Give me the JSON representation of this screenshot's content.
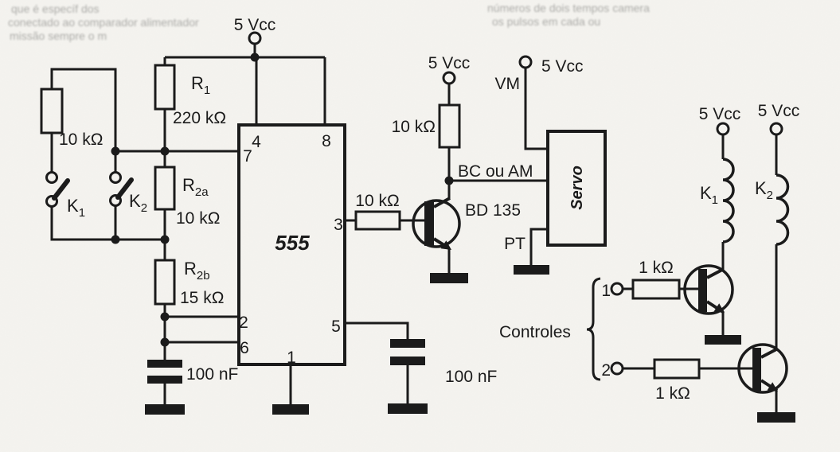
{
  "labels": {
    "vcc": "5 Vcc"
  },
  "left": {
    "r_parallel": "10 kΩ",
    "k1_main": "K",
    "k1_sub": "1",
    "k2_main": "K",
    "k2_sub": "2",
    "r1_main": "R",
    "r1_sub": "1",
    "r1_value": "220 kΩ",
    "r2a_main": "R",
    "r2a_sub": "2a",
    "r2a_value": "10 kΩ",
    "r2b_main": "R",
    "r2b_sub": "2b",
    "r2b_value": "15 kΩ",
    "c1": "100 nF"
  },
  "ic": {
    "name": "555",
    "pin4": "4",
    "pin7": "7",
    "pin8": "8",
    "pin3": "3",
    "pin2": "2",
    "pin6": "6",
    "pin1": "1",
    "pin5": "5",
    "c2": "100 nF"
  },
  "driver": {
    "base_r": "10 kΩ",
    "pullup_r": "10 kΩ",
    "transistor": "BD 135",
    "signal": "BC ou AM"
  },
  "servo": {
    "name": "Servo",
    "vm": "VM",
    "pt": "PT"
  },
  "relays": {
    "k1_main": "K",
    "k1_sub": "1",
    "k2_main": "K",
    "k2_sub": "2"
  },
  "controls": {
    "label": "Controles",
    "t1": "1",
    "r1": "1 kΩ",
    "t2": "2",
    "r2": "1 kΩ"
  },
  "bleed": {
    "l1": "que é específ  dos",
    "l2": "conectado ao comparador alimentador",
    "l3": "missão sempre o m",
    "r1": "números de dois tempos camera",
    "r2": "os pulsos em cada ou"
  }
}
